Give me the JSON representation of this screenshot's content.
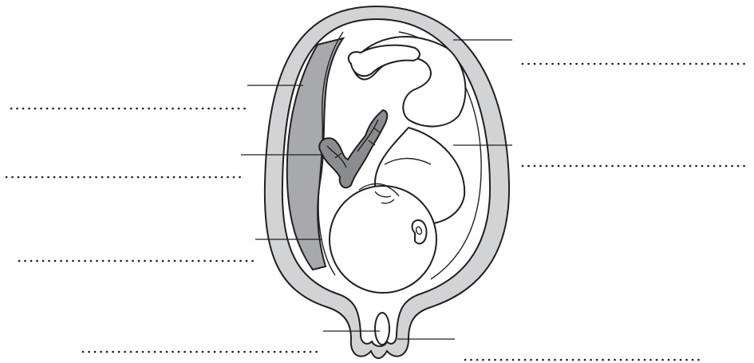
{
  "diagram": {
    "labels": [
      {
        "id": "upper-right",
        "text": ""
      },
      {
        "id": "upper-left",
        "text": ""
      },
      {
        "id": "middle-left",
        "text": ""
      },
      {
        "id": "middle-right",
        "text": ""
      },
      {
        "id": "lower-left",
        "text": ""
      },
      {
        "id": "bottom-left",
        "text": ""
      },
      {
        "id": "bottom-right",
        "text": ""
      }
    ],
    "colors": {
      "outline": "#231f20",
      "uterine_wall": "#d1d3d4",
      "placenta": "#a7a9ac",
      "umbilical_cord": "#8a8c8f",
      "background": "#ffffff"
    }
  }
}
